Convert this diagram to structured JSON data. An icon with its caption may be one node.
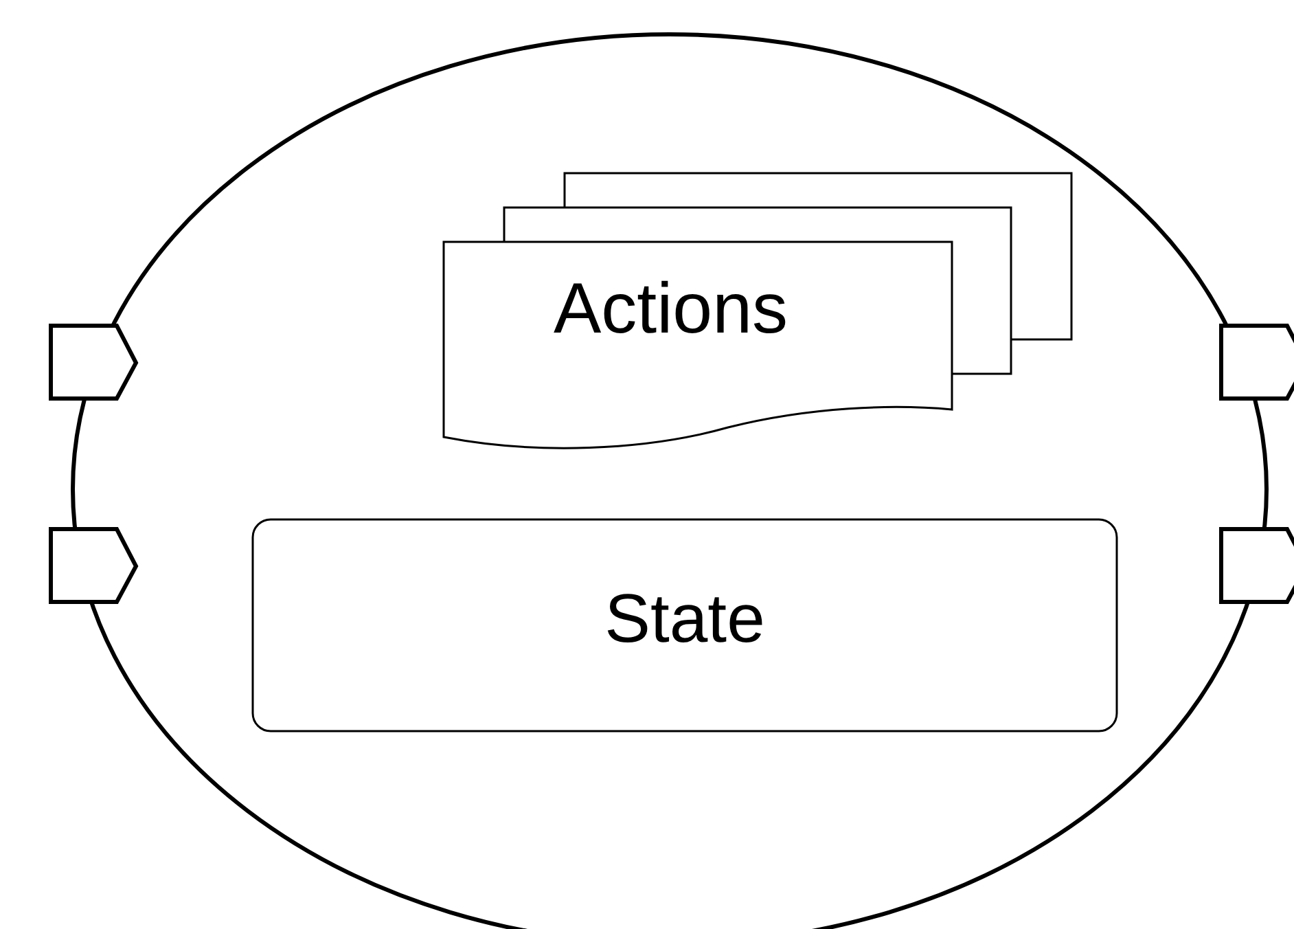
{
  "diagram": {
    "nodes": [
      {
        "text": [],
        "shape": "ellipse"
      },
      {
        "text": [
          "Actions"
        ],
        "in": 0
      },
      {
        "text": [
          "State"
        ],
        "in": 0
      }
    ]
  }
}
